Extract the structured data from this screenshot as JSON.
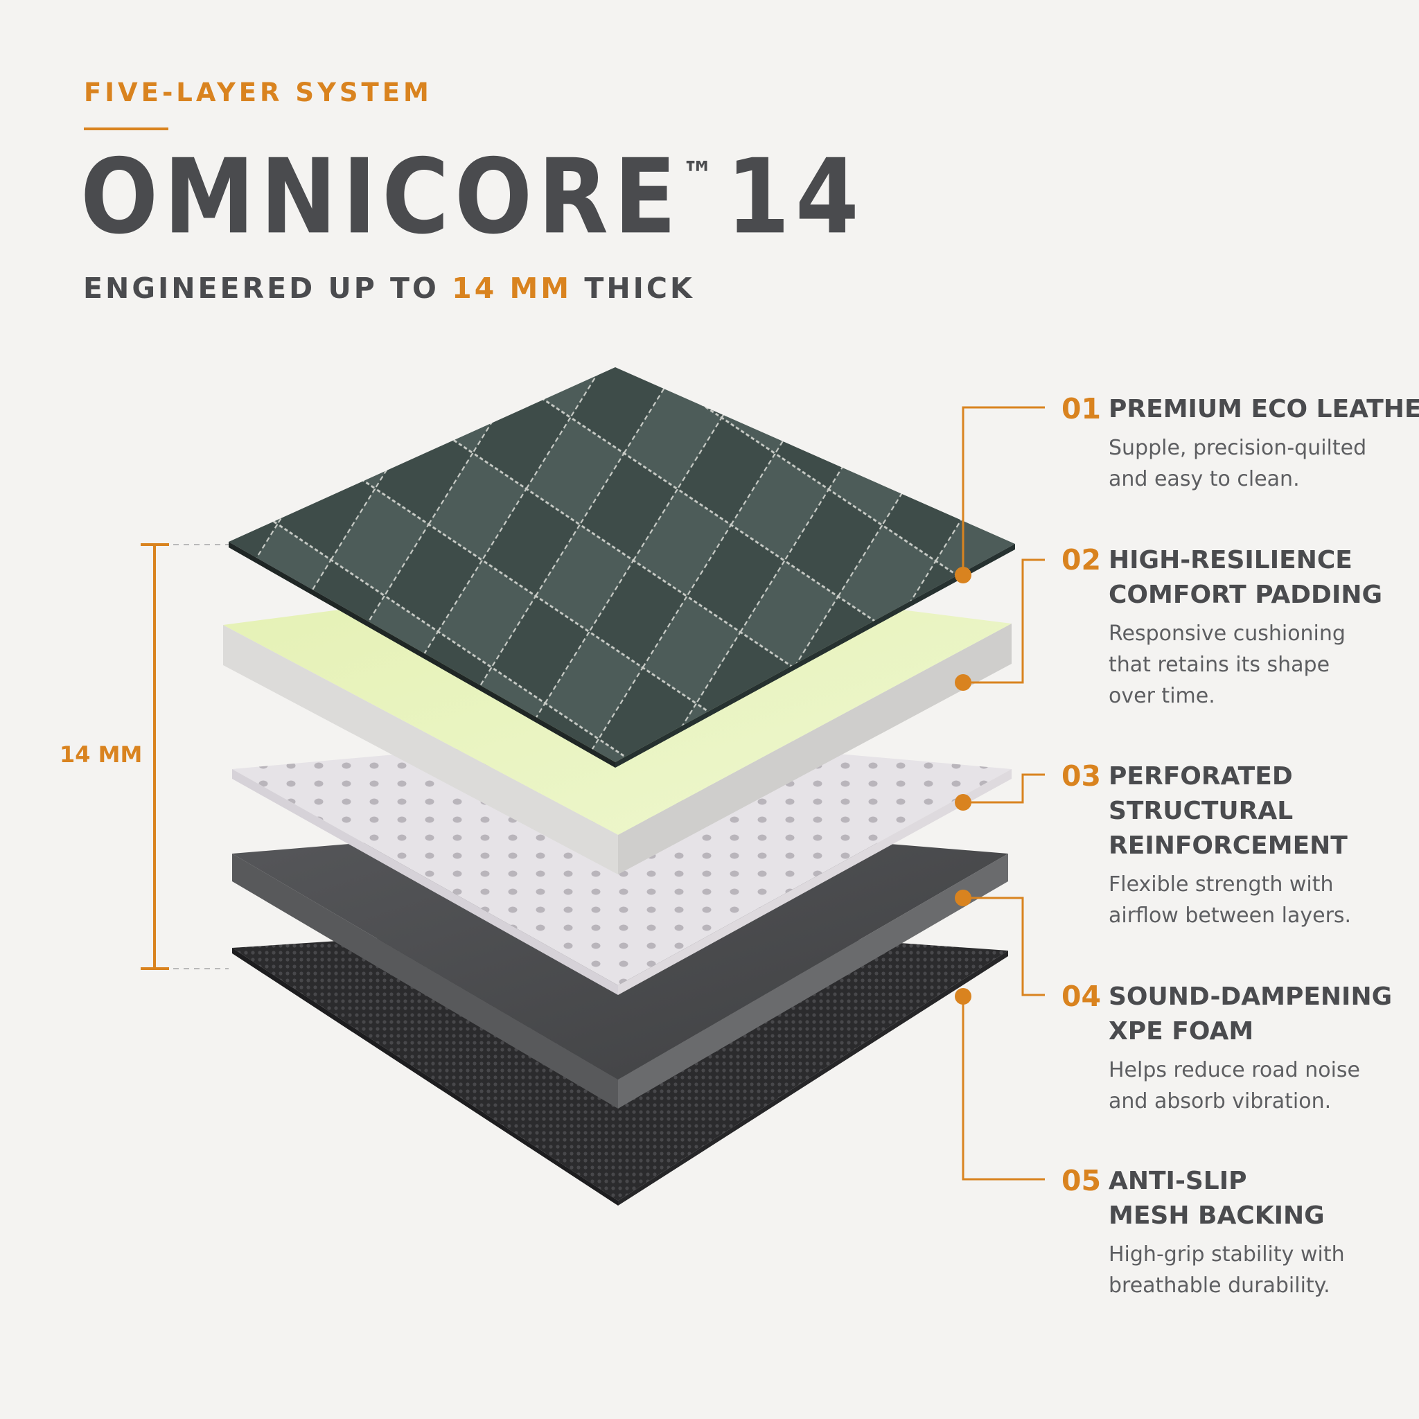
{
  "header": {
    "eyebrow": "FIVE-LAYER SYSTEM",
    "title": "OMNICORE",
    "trademark": "™",
    "title_number": "14",
    "subtitle_prefix": "ENGINEERED UP TO",
    "subtitle_highlight": "14 MM",
    "subtitle_suffix": "THICK"
  },
  "measure": {
    "label": "14 MM"
  },
  "layers": [
    {
      "number": "01",
      "title_lines": [
        "PREMIUM ECO LEATHER"
      ],
      "desc_lines": [
        "Supple, precision-quilted",
        "and easy to clean."
      ]
    },
    {
      "number": "02",
      "title_lines": [
        "HIGH-RESILIENCE",
        "COMFORT PADDING"
      ],
      "desc_lines": [
        "Responsive cushioning",
        "that retains its shape",
        "over time."
      ]
    },
    {
      "number": "03",
      "title_lines": [
        "PERFORATED",
        "STRUCTURAL",
        "REINFORCEMENT"
      ],
      "desc_lines": [
        "Flexible strength with",
        "airflow between layers."
      ]
    },
    {
      "number": "04",
      "title_lines": [
        "SOUND-DAMPENING",
        "XPE FOAM"
      ],
      "desc_lines": [
        "Helps reduce road noise",
        "and absorb vibration."
      ]
    },
    {
      "number": "05",
      "title_lines": [
        "ANTI-SLIP",
        "MESH BACKING"
      ],
      "desc_lines": [
        "High-grip stability with",
        "breathable durability."
      ]
    }
  ],
  "colors": {
    "accent": "#d9831f",
    "text": "#4a4b4e",
    "background": "#f4f3f1",
    "leather": "#3d4b48",
    "padding_top": "#e7f3bd",
    "padding_side": "#dcdbd9",
    "perforated": "#e6e3e7",
    "xpe_foam": "#4a4b4d",
    "mesh": "#2b2b2d"
  }
}
